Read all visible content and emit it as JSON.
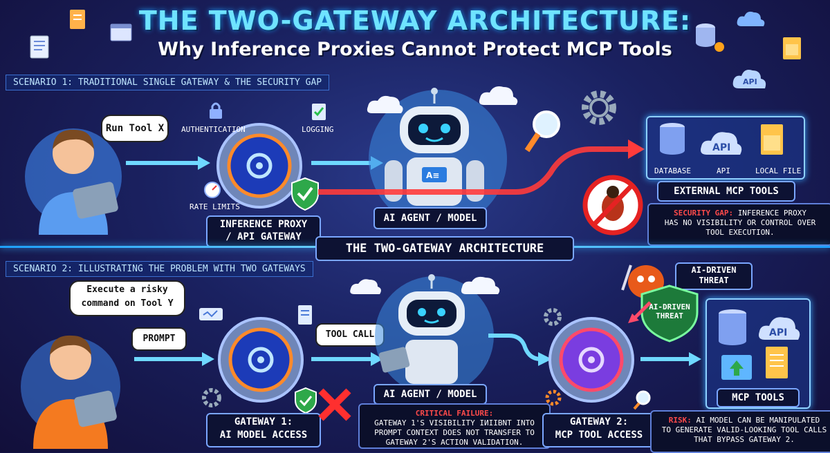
{
  "title": "THE TWO-GATEWAY ARCHITECTURE:",
  "subtitle": "Why Inference Proxies Cannot Protect MCP Tools",
  "scenario1": {
    "label": "SCENARIO 1: TRADITIONAL SINGLE GATEWAY & THE SECURITY GAP",
    "user_speech": "Run Tool X",
    "proxy_features": {
      "auth": "AUTHENTICATION",
      "logging": "LOGGING",
      "rate": "RATE LIMITS"
    },
    "proxy_label_1": "INFERENCE PROXY",
    "proxy_label_2": "/ API GATEWAY",
    "agent_label": "AI AGENT / MODEL",
    "tools_title": "EXTERNAL MCP TOOLS",
    "tools": {
      "database": "DATABASE",
      "api": "API",
      "local_file": "LOCAL FILE"
    },
    "gap_prefix": "SECURITY GAP:",
    "gap_text_1": "INFERENCE PROXY",
    "gap_text_2": "HAS NO VISIBILITY OR CONTROL OVER",
    "gap_text_3": "TOOL EXECUTION."
  },
  "center_banner": "THE TWO-GATEWAY ARCHITECTURE",
  "scenario2": {
    "label": "SCENARIO 2: ILLUSTRATING THE PROBLEM WITH TWO GATEWAYS",
    "user_speech_1": "Execute a risky",
    "user_speech_2": "command on Tool Y",
    "prompt": "PROMPT",
    "tool_call": "TOOL CALL",
    "gateway1_1": "GATEWAY 1:",
    "gateway1_2": "AI MODEL ACCESS",
    "agent_label": "AI AGENT / MODEL",
    "failure_title": "CRITICAL FAILURE:",
    "failure_1": "GATEWAY 1'S VISIBILITY IИIIBNT INTO",
    "failure_2": "PROMPT CONTEXT DOES NOT TRANSFER TO",
    "failure_3": "GATEWAY 2'S ACTION VALIDATION.",
    "gateway2_1": "GATEWAY 2:",
    "gateway2_2": "MCP TOOL ACCESS",
    "threat_1": "AI-DRIVEN",
    "threat_2": "THREAT",
    "shield_1": "AI-DRIVEN",
    "shield_2": "THREAT",
    "tools_title": "MCP TOOLS",
    "tools_api": "API",
    "risk_prefix": "RISK:",
    "risk_1": "AI MODEL CAN BE MANIPULATED",
    "risk_2": "TO GENERATE VALID-LOOKING TOOL CALLS",
    "risk_3": "THAT BYPASS GATEWAY 2."
  },
  "deco": {
    "api_cloud": "API",
    "agent_chip": "A≡"
  },
  "colors": {
    "accent": "#6fe3ff",
    "danger": "#ff3b3b",
    "gateway": "#3f6dff",
    "gateway2": "#8a4dff"
  }
}
